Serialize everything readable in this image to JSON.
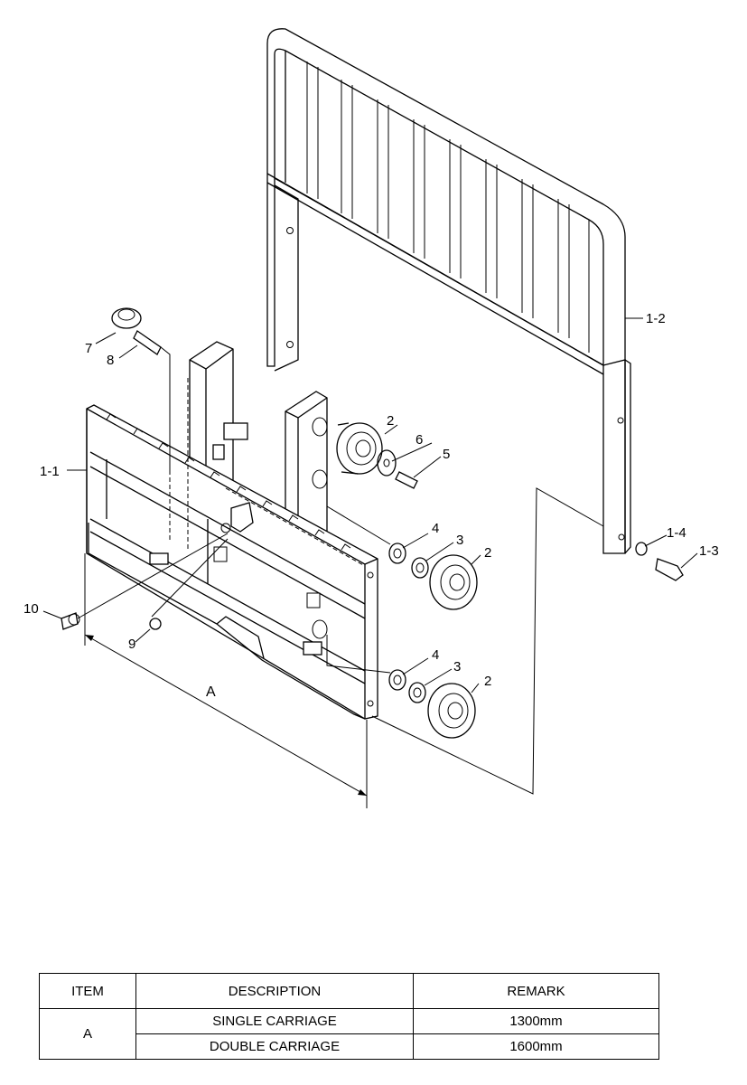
{
  "callouts": {
    "c1_1": "1-1",
    "c1_2": "1-2",
    "c1_3": "1-3",
    "c1_4": "1-4",
    "c2a": "2",
    "c2b": "2",
    "c2c": "2",
    "c3a": "3",
    "c3b": "3",
    "c4a": "4",
    "c4b": "4",
    "c5": "5",
    "c6": "6",
    "c7": "7",
    "c8": "8",
    "c9": "9",
    "c10": "10",
    "dim": "A"
  },
  "table": {
    "headers": {
      "item": "ITEM",
      "description": "DESCRIPTION",
      "remark": "REMARK"
    },
    "rows": [
      {
        "item": "A",
        "description": "SINGLE CARRIAGE",
        "remark": "1300mm"
      },
      {
        "item": "",
        "description": "DOUBLE CARRIAGE",
        "remark": "1600mm"
      }
    ]
  }
}
